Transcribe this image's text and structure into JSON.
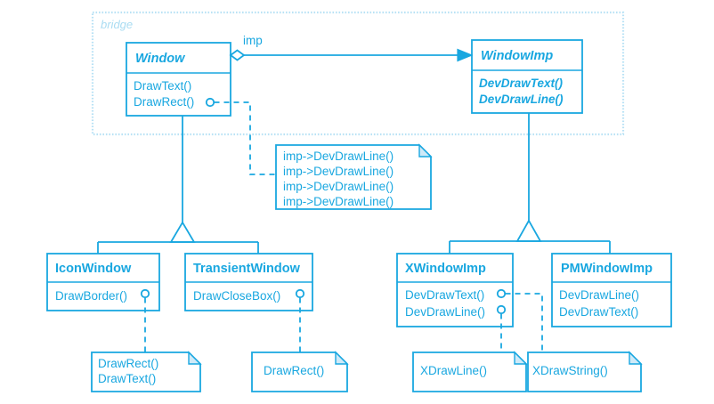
{
  "diagram": {
    "title": "Bridge pattern structure diagram",
    "accent_color": "#19a7e0",
    "package_label_color": "#a9dcf2",
    "background": "#ffffff"
  },
  "package": {
    "label": "bridge"
  },
  "edges": {
    "imp_label": "imp"
  },
  "classes": {
    "window": {
      "name": "Window",
      "abstract": true,
      "operations": [
        "DrawText()",
        "DrawRect()"
      ]
    },
    "window_imp": {
      "name": "WindowImp",
      "abstract": true,
      "operations": [
        "DevDrawText()",
        "DevDrawLine()"
      ]
    },
    "icon_window": {
      "name": "IconWindow",
      "abstract": false,
      "operations": [
        "DrawBorder()"
      ]
    },
    "transient_window": {
      "name": "TransientWindow",
      "abstract": false,
      "operations": [
        "DrawCloseBox()"
      ]
    },
    "x_window_imp": {
      "name": "XWindowImp",
      "abstract": false,
      "operations": [
        "DevDrawText()",
        "DevDrawLine()"
      ]
    },
    "pm_window_imp": {
      "name": "PMWindowImp",
      "abstract": false,
      "operations": [
        "DevDrawLine()",
        "DevDrawText()"
      ]
    }
  },
  "notes": {
    "window_drawrect": {
      "lines": [
        "imp->DevDrawLine()",
        "imp->DevDrawLine()",
        "imp->DevDrawLine()",
        "imp->DevDrawLine()"
      ]
    },
    "icon_window_drawborder": {
      "lines": [
        "DrawRect()",
        "DrawText()"
      ]
    },
    "transient_window_drawclosebox": {
      "lines": [
        "DrawRect()"
      ]
    },
    "x_window_imp_devdrawline": {
      "lines": [
        "XDrawLine()"
      ]
    },
    "x_window_imp_devdrawtext": {
      "lines": [
        "XDrawString()"
      ]
    }
  }
}
